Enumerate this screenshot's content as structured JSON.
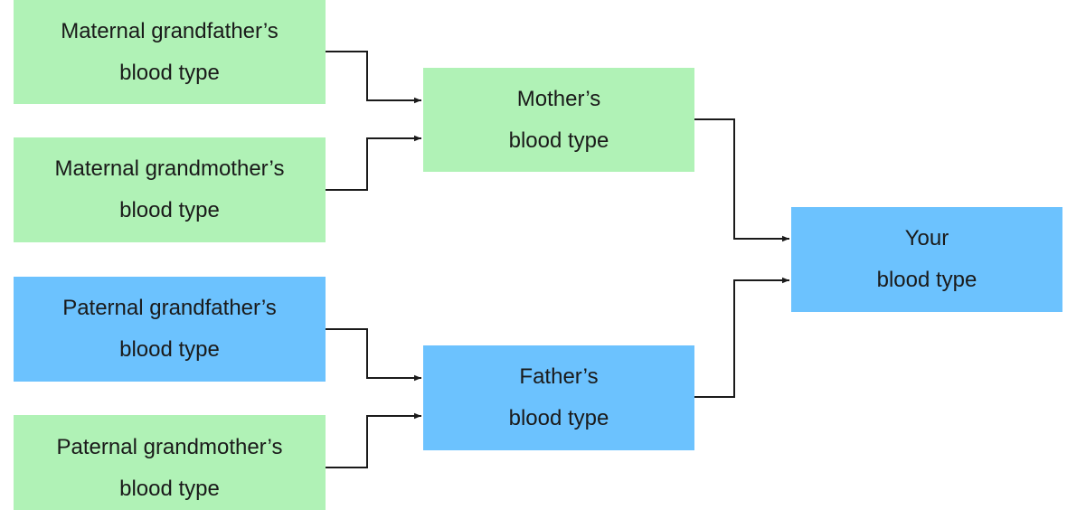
{
  "colors": {
    "maternal": "#b0f2b6",
    "paternal": "#6cc2fe",
    "connector": "#1a1a1a"
  },
  "nodes": {
    "maternal_grandfather": {
      "line1": "Maternal grandfather’s",
      "line2": "blood type"
    },
    "maternal_grandmother": {
      "line1": "Maternal grandmother’s",
      "line2": "blood type"
    },
    "paternal_grandfather": {
      "line1": "Paternal grandfather’s",
      "line2": "blood type"
    },
    "paternal_grandmother": {
      "line1": "Paternal grandmother’s",
      "line2": "blood type"
    },
    "mother": {
      "line1": "Mother’s",
      "line2": "blood type"
    },
    "father": {
      "line1": "Father’s",
      "line2": "blood type"
    },
    "you": {
      "line1": "Your",
      "line2": "blood type"
    }
  },
  "edges": [
    {
      "from": "maternal_grandfather",
      "to": "mother"
    },
    {
      "from": "maternal_grandmother",
      "to": "mother"
    },
    {
      "from": "paternal_grandfather",
      "to": "father"
    },
    {
      "from": "paternal_grandmother",
      "to": "father"
    },
    {
      "from": "mother",
      "to": "you"
    },
    {
      "from": "father",
      "to": "you"
    }
  ]
}
